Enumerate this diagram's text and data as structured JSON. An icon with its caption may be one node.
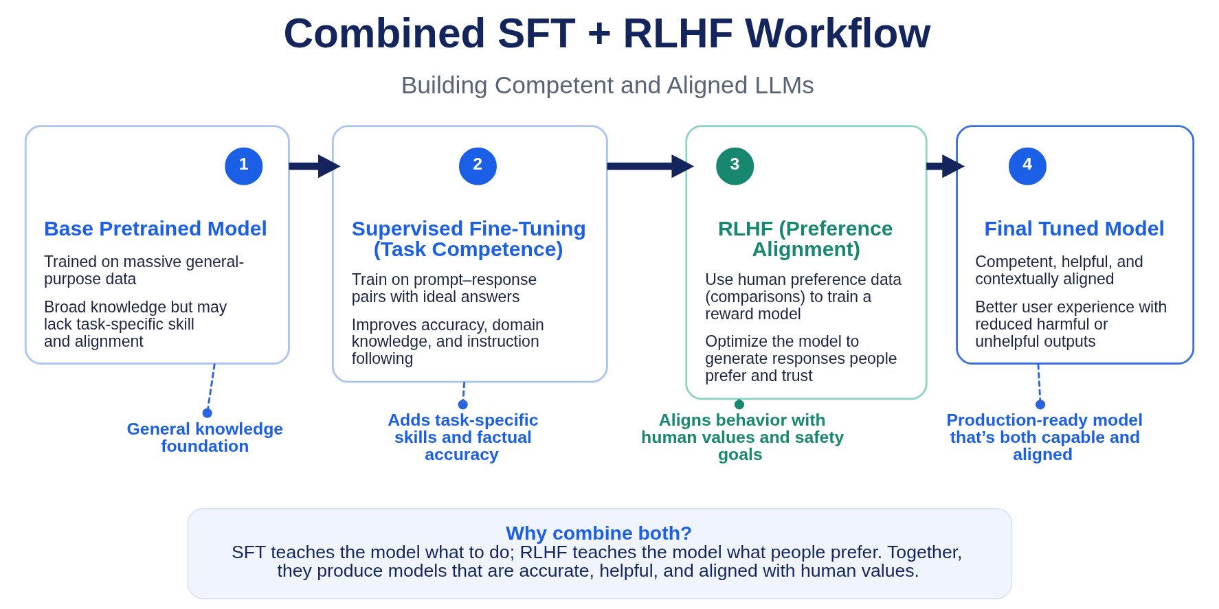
{
  "diagram": {
    "title": "Combined SFT + RLHF Workflow",
    "nodes": [
      {
        "text": [
          "Base Pretrained Model",
          "Trained on massive general-purpose data",
          "Broad knowledge but may lack task-specific skill and alignment"
        ]
      },
      {
        "text": [
          "1"
        ],
        "in": 0
      },
      {
        "text": [
          "Supervised Fine-Tuning (Task Competence)",
          "Train on prompt–response pairs with ideal answers",
          "Improves accuracy, domain knowledge, and instruction following"
        ]
      },
      {
        "text": [
          "2"
        ],
        "in": 2
      },
      {
        "text": [
          "RLHF (Preference Alignment)",
          "Use human preference data (comparisons) to train a reward model",
          "Optimize the model to generate responses people prefer and trust"
        ]
      },
      {
        "text": [
          "3"
        ],
        "in": 4
      },
      {
        "text": [
          "Final Tuned Model",
          "Competent, helpful, and contextually aligned",
          "Better user experience with reduced harmful or unhelpful outputs"
        ]
      },
      {
        "text": [
          "4"
        ],
        "in": 6
      },
      {
        "text": [
          "General knowledge foundation"
        ]
      },
      {
        "text": [
          "Adds task-specific skills and factual accuracy"
        ]
      },
      {
        "text": [
          "Aligns behavior with human values and safety goals"
        ]
      },
      {
        "text": [
          "Production-ready model that’s both capable and aligned"
        ]
      },
      {
        "text": [
          "Why combine both?",
          "SFT teaches the model what to do; RLHF teaches the model what people prefer. Together, they produce models that are accurate, helpful, and aligned with human values."
        ]
      }
    ],
    "edges": [
      {
        "from": 0,
        "to": 2,
        "arrow": "to",
        "style": "thick"
      },
      {
        "from": 2,
        "to": 4,
        "arrow": "to",
        "style": "thick"
      },
      {
        "from": 4,
        "to": 6,
        "arrow": "to",
        "style": "thick"
      },
      {
        "from": 0,
        "to": 8,
        "arrow": "other",
        "style": "dashed",
        "color": "#2a63e0"
      },
      {
        "from": 2,
        "to": 9,
        "arrow": "other",
        "style": "dashed",
        "color": "#2a63e0"
      },
      {
        "from": 4,
        "to": 10,
        "arrow": "other",
        "style": "dashed",
        "color": "#17876f"
      },
      {
        "from": 6,
        "to": 11,
        "arrow": "other",
        "style": "dashed",
        "color": "#2a63e0"
      }
    ],
    "labels": [
      "Building Competent and Aligned LLMs"
    ]
  }
}
